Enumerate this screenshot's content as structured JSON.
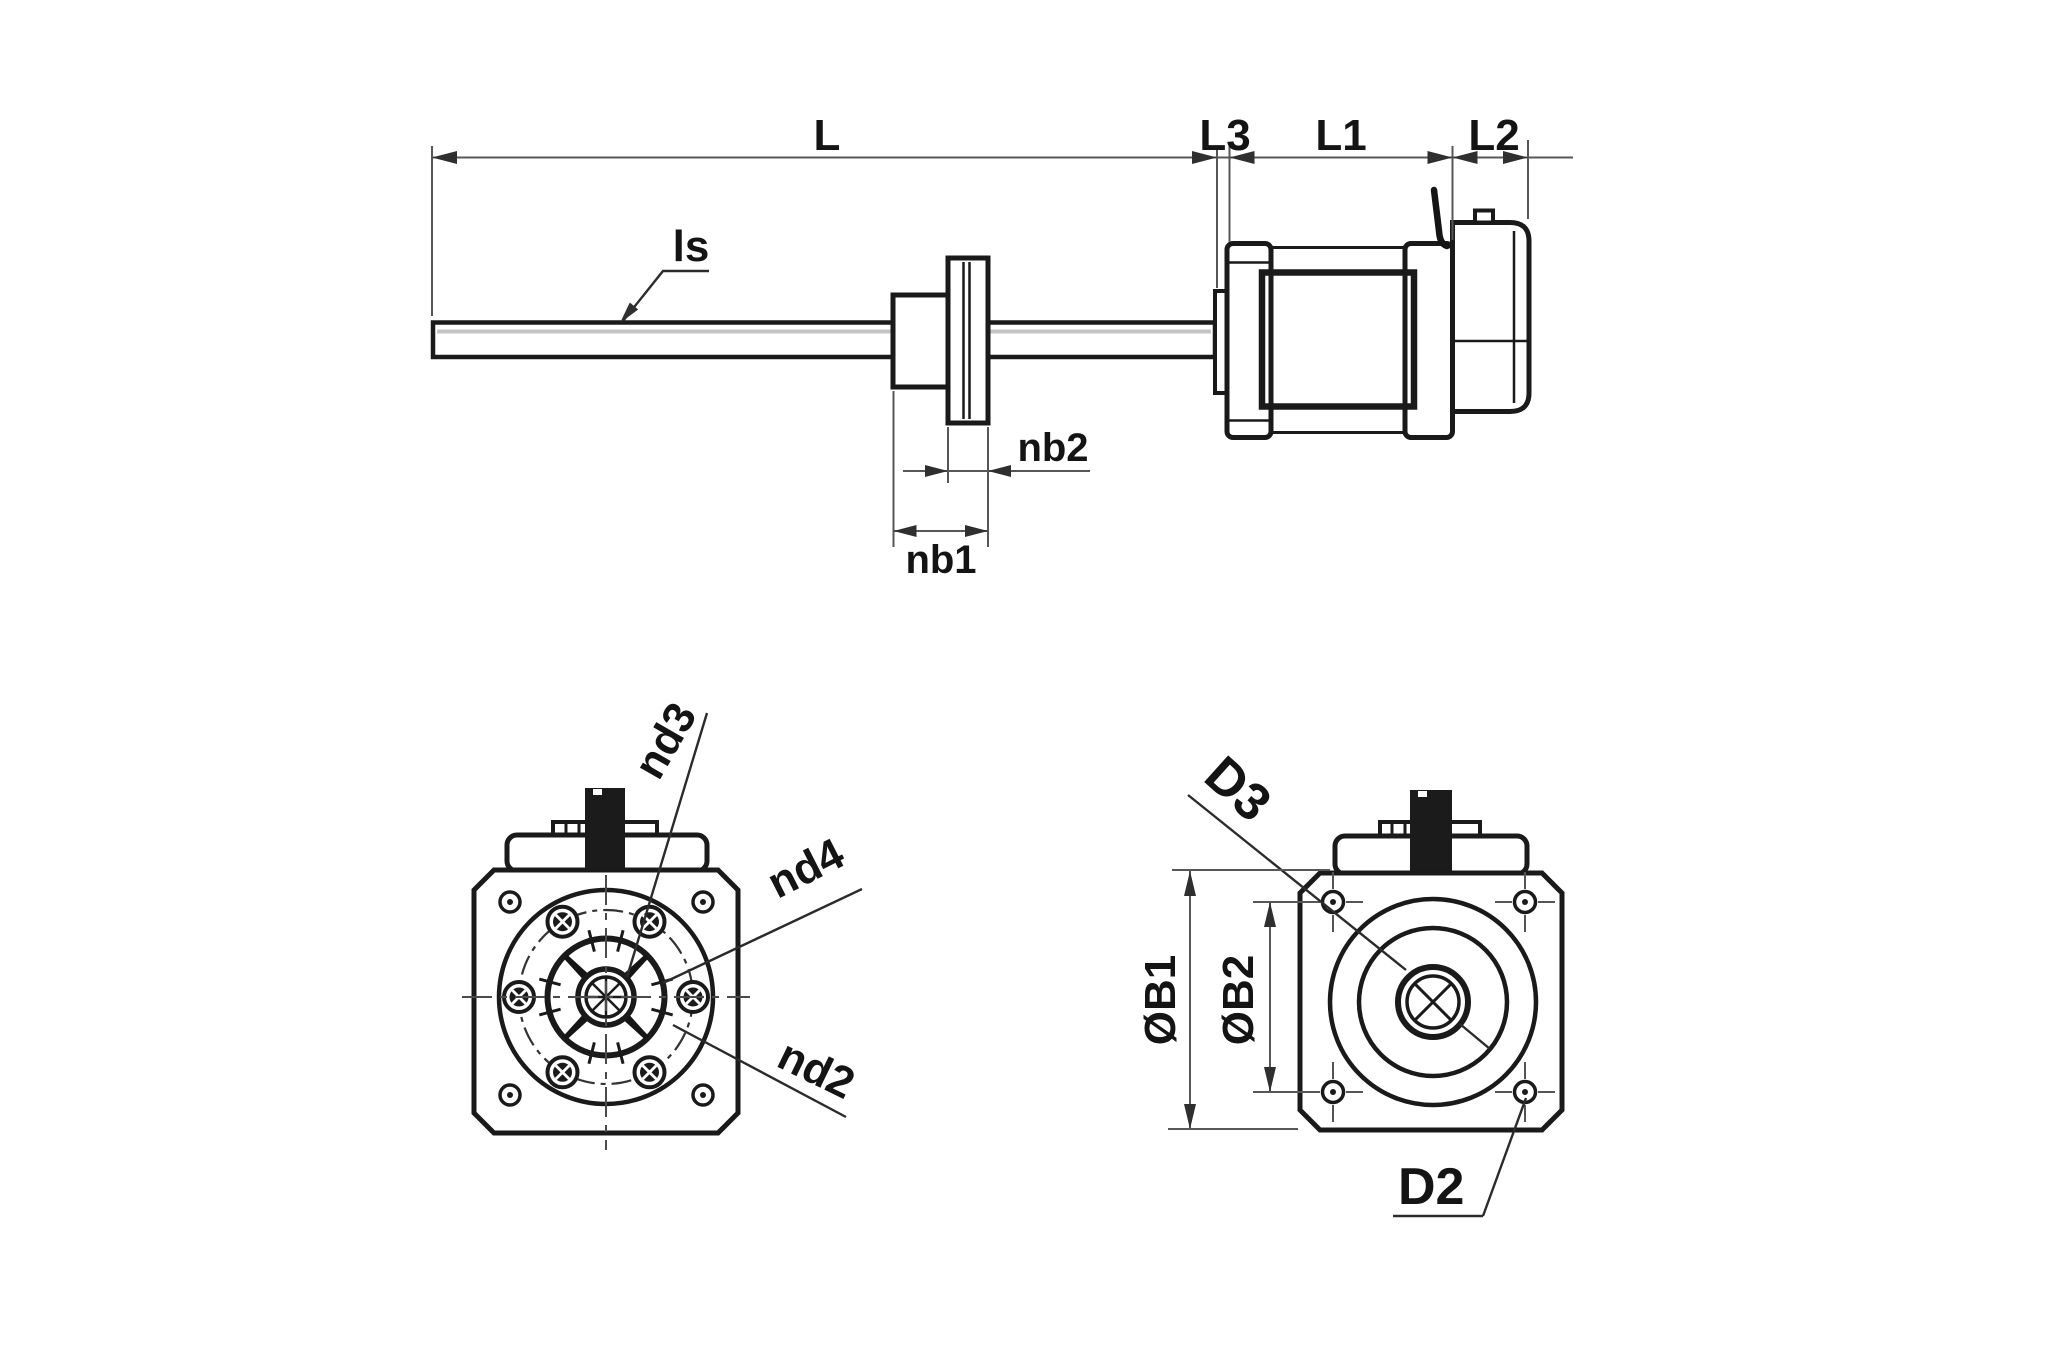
{
  "colors": {
    "background": "#ffffff",
    "part_outline": "#1a1a1a",
    "dimension_lines": "#575757",
    "label_text": "#141414"
  },
  "side_view": {
    "dim_L": "L",
    "dim_L3": "L3",
    "dim_L1": "L1",
    "dim_L2": "L2",
    "label_ls": "ls",
    "dim_nb2": "nb2",
    "dim_nb1": "nb1"
  },
  "front_flange_view": {
    "label_nd3": "nd3",
    "label_nd4": "nd4",
    "label_nd2": "nd2"
  },
  "rear_view": {
    "label_D3": "D3",
    "label_D2": "D2",
    "dim_B1": "ØB1",
    "dim_B2": "ØB2"
  }
}
